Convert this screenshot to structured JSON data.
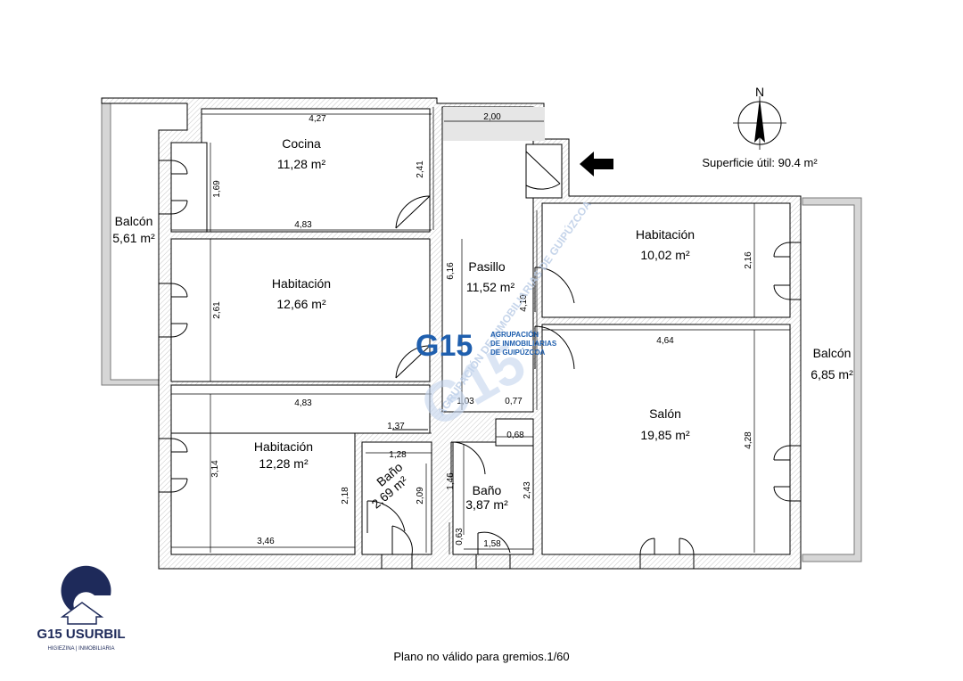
{
  "rooms": {
    "cocina": {
      "name": "Cocina",
      "area": "11,28 m²"
    },
    "hab_top_right": {
      "name": "Habitación",
      "area": "10,02 m²"
    },
    "pasillo": {
      "name": "Pasillo",
      "area": "11,52 m²"
    },
    "hab_mid_left": {
      "name": "Habitación",
      "area": "12,66 m²"
    },
    "salon": {
      "name": "Salón",
      "area": "19,85 m²"
    },
    "hab_bottom_left": {
      "name": "Habitación",
      "area": "12,28 m²"
    },
    "bano_small": {
      "name": "Baño",
      "area": "2,69 m²"
    },
    "bano_right": {
      "name": "Baño",
      "area": "3,87 m²"
    },
    "balcon_left": {
      "name": "Balcón",
      "area": "5,61 m²"
    },
    "balcon_right": {
      "name": "Balcón",
      "area": "6,85 m²"
    }
  },
  "dimensions": {
    "d427": "4,27",
    "d200": "2,00",
    "d241": "2,41",
    "d169": "1,69",
    "d483a": "4,83",
    "d616": "6,16",
    "d261": "2,61",
    "d410": "4,10",
    "d216": "2,16",
    "d464": "4,64",
    "d483b": "4,83",
    "d103": "1,03",
    "d077": "0,77",
    "d137": "1,37",
    "d068": "0,68",
    "d128": "1,28",
    "d314": "3,14",
    "d146": "1,46",
    "d243": "2,43",
    "d428": "4,28",
    "d218": "2,18",
    "d209": "2,09",
    "d346": "3,46",
    "d063": "0,63",
    "d158": "1,58"
  },
  "superficie": "Superficie útil: 90.4 m²",
  "compass_letter": "N",
  "footer_note": "Plano no válido para gremios.1/60",
  "watermark": {
    "big": "G15",
    "line1": "AGRUPACIÓN",
    "line2": "DE INMOBILIARIAS",
    "line3": "DE GUIPÚZCOA",
    "diag": "AGRUPACIÓN DE INMOBILIARIAS DE GUIPÚZCOA",
    "accent": "#1f5fae"
  },
  "logo": {
    "brand": "G15 USURBIL",
    "tagline": "HIGIEZINA | INMOBILIARIA",
    "color": "#1e2a5a"
  }
}
